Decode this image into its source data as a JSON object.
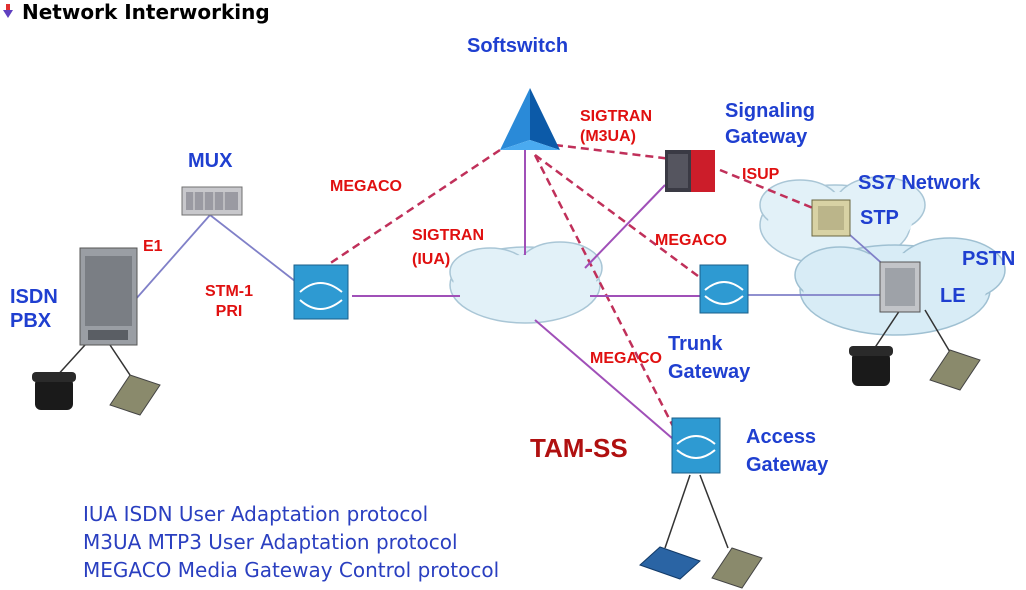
{
  "title": "Network Interworking",
  "nodes": {
    "softswitch": "Softswitch",
    "signaling_gateway": "Signaling\nGateway",
    "mux": "MUX",
    "ss7_network": "SS7 Network",
    "stp": "STP",
    "pstn": "PSTN",
    "le": "LE",
    "isdn_pbx": "ISDN\nPBX",
    "trunk_gateway": "Trunk\nGateway",
    "access_gateway": "Access\nGateway",
    "tam_ss": "TAM-SS"
  },
  "links": {
    "sigtran_m3ua": "SIGTRAN\n(M3UA)",
    "isup": "ISUP",
    "megaco_left": "MEGACO",
    "sigtran_iua": "SIGTRAN\n(IUA)",
    "megaco_trunk": "MEGACO",
    "megaco_access": "MEGACO",
    "e1": "E1",
    "stm1_pri": "STM-1\nPRI"
  },
  "legend": [
    "IUA  ISDN User Adaptation protocol",
    "M3UA MTP3 User Adaptation protocol",
    "MEGACO Media Gateway Control protocol"
  ],
  "colors": {
    "node_label": "#1f3fd0",
    "protocol_label": "#e01010",
    "control_link": "#c0305a",
    "bearer_link": "#a050b8",
    "cloud": "#dff0f8"
  }
}
